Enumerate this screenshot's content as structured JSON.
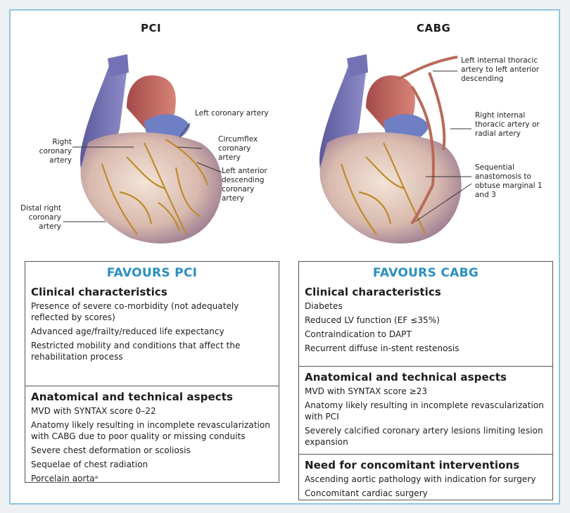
{
  "pci": {
    "title": "PCI",
    "labels": {
      "left_coronary": "Left coronary artery",
      "right_coronary": "Right coronary artery",
      "circumflex": "Circumflex coronary artery",
      "lad": "Left anterior descending coronary artery",
      "distal_right": "Distal right coronary artery"
    }
  },
  "cabg": {
    "title": "CABG",
    "labels": {
      "lita": "Left internal thoracic artery to left anterior descending",
      "rita": "Right internal thoracic artery or radial artery",
      "sequential": "Sequential anastomosis to obtuse marginal 1 and 3"
    }
  },
  "favours_pci": {
    "heading": "FAVOURS PCI",
    "sections": [
      {
        "title": "Clinical characteristics",
        "items": [
          "Presence of severe co-morbidity (not adequately reflected by scores)",
          "Advanced age/frailty/reduced life expectancy",
          "Restricted mobility and conditions that affect the rehabilitation process"
        ]
      },
      {
        "title": "Anatomical and technical aspects",
        "items": [
          "MVD with SYNTAX score 0–22",
          "Anatomy likely resulting in incomplete revascularization with CABG due to poor quality or missing conduits",
          "Severe chest deformation or scoliosis",
          "Sequelae of chest radiation",
          "Porcelain aortaᵃ"
        ]
      }
    ]
  },
  "favours_cabg": {
    "heading": "FAVOURS CABG",
    "sections": [
      {
        "title": "Clinical characteristics",
        "items": [
          "Diabetes",
          "Reduced LV function (EF ≤35%)",
          "Contraindication to DAPT",
          "Recurrent diffuse in-stent restenosis"
        ]
      },
      {
        "title": "Anatomical and technical aspects",
        "items": [
          "MVD with SYNTAX score ≥23",
          "Anatomy likely resulting in incomplete revascularization with PCI",
          "Severely calcified coronary artery lesions limiting lesion expansion"
        ]
      },
      {
        "title": "Need for concomitant interventions",
        "items": [
          "Ascending aortic pathology with indication for surgery",
          "Concomitant cardiac surgery"
        ]
      }
    ]
  }
}
